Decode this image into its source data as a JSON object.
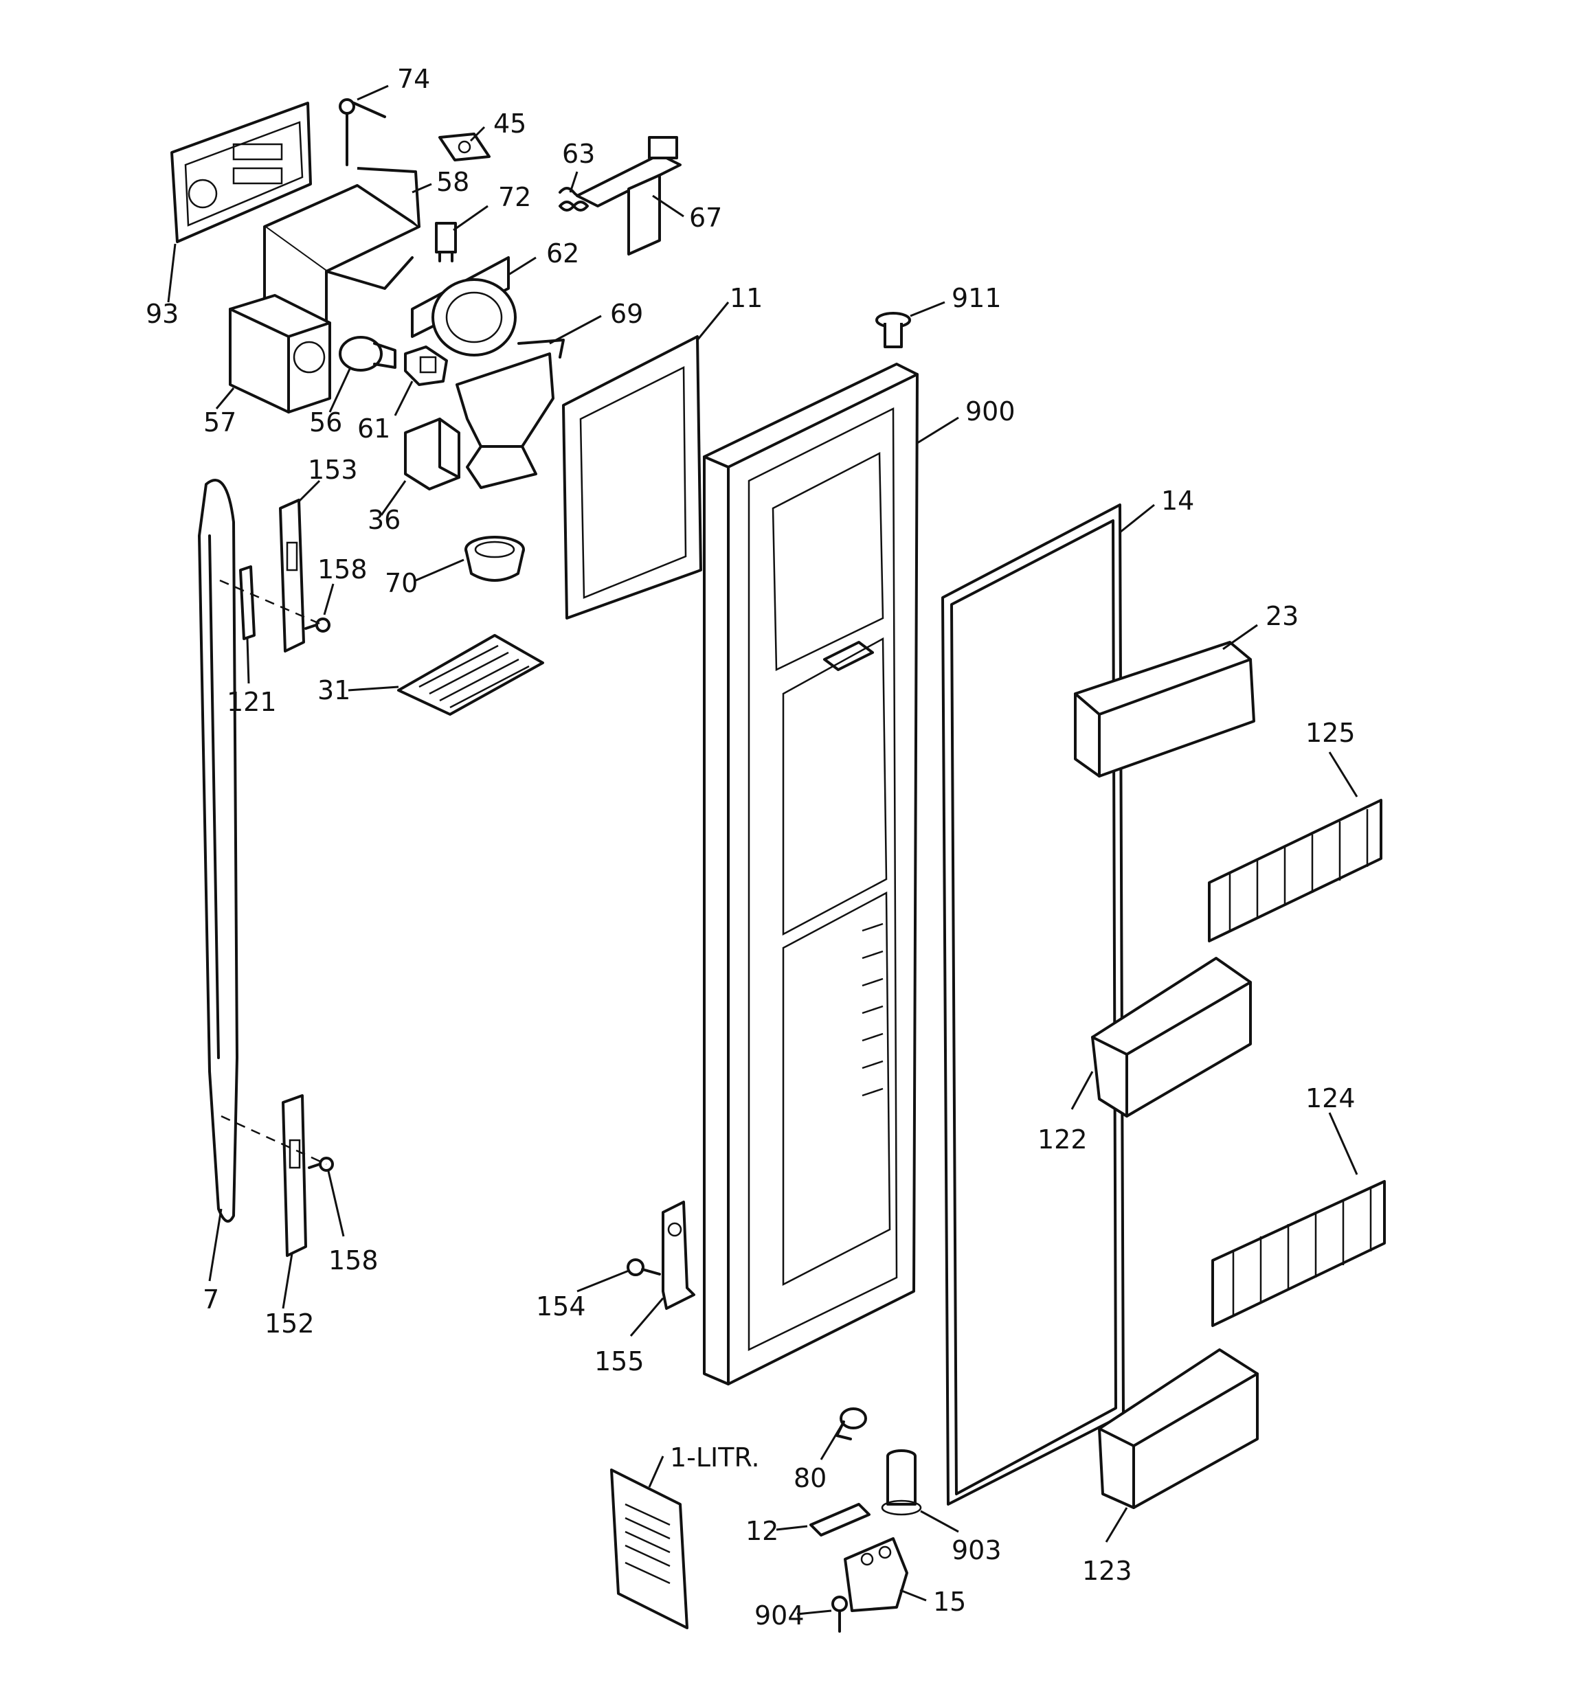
{
  "callouts": {
    "c74": "74",
    "c45": "45",
    "c63": "63",
    "c58": "58",
    "c72": "72",
    "c67": "67",
    "c62": "62",
    "c93": "93",
    "c911": "911",
    "c11": "11",
    "c69": "69",
    "c57": "57",
    "c56": "56",
    "c61": "61",
    "c900": "900",
    "c153": "153",
    "c14": "14",
    "c36": "36",
    "c158a": "158",
    "c70": "70",
    "c23": "23",
    "c121": "121",
    "c31": "31",
    "c125": "125",
    "c122": "122",
    "c124": "124",
    "c158b": "158",
    "c7": "7",
    "c152": "152",
    "c154": "154",
    "c155": "155",
    "c1litr": "1-LITR.",
    "c80": "80",
    "c12": "12",
    "c903": "903",
    "c123": "123",
    "c904": "904",
    "c15": "15"
  }
}
